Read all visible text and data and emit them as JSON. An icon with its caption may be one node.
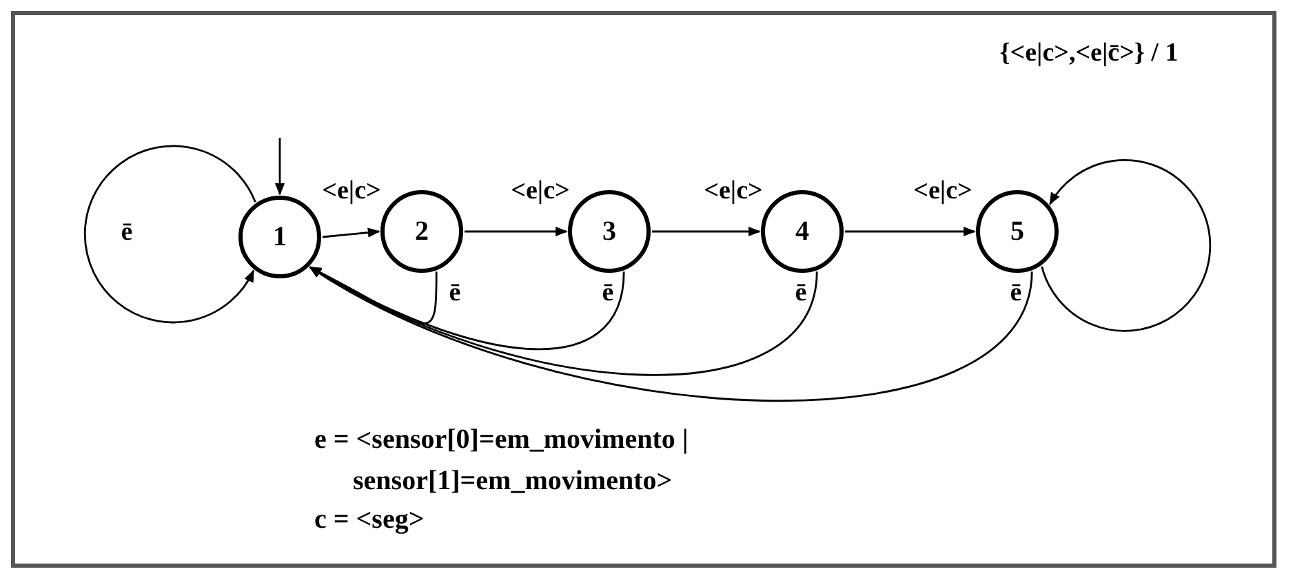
{
  "diagram": {
    "nodes": [
      {
        "text": [
          "1"
        ]
      },
      {
        "text": [
          "2"
        ]
      },
      {
        "text": [
          "3"
        ]
      },
      {
        "text": [
          "4"
        ]
      },
      {
        "text": [
          "5"
        ]
      }
    ],
    "edges": [
      {
        "from": null,
        "to": 0,
        "arrow": "to"
      },
      {
        "from": 0,
        "to": 0,
        "arrow": "to",
        "label": "ē"
      },
      {
        "from": 0,
        "to": 1,
        "arrow": "to",
        "label": "<e|c>"
      },
      {
        "from": 1,
        "to": 2,
        "arrow": "to",
        "label": "<e|c>"
      },
      {
        "from": 2,
        "to": 3,
        "arrow": "to",
        "label": "<e|c>"
      },
      {
        "from": 3,
        "to": 4,
        "arrow": "to",
        "label": "<e|c>"
      },
      {
        "from": 4,
        "to": 4,
        "arrow": "to",
        "label": "{<e|c>,<e|c̄>} / 1"
      },
      {
        "from": 1,
        "to": 0,
        "arrow": "to",
        "label": "ē"
      },
      {
        "from": 2,
        "to": 0,
        "arrow": "to",
        "label": "ē"
      },
      {
        "from": 3,
        "to": 0,
        "arrow": "to",
        "label": "ē"
      },
      {
        "from": 4,
        "to": 0,
        "arrow": "to",
        "label": "ē"
      }
    ],
    "labels": [
      "e = <sensor[0]=em_movimento | sensor[1]=em_movimento>",
      "c = <seg>"
    ]
  }
}
